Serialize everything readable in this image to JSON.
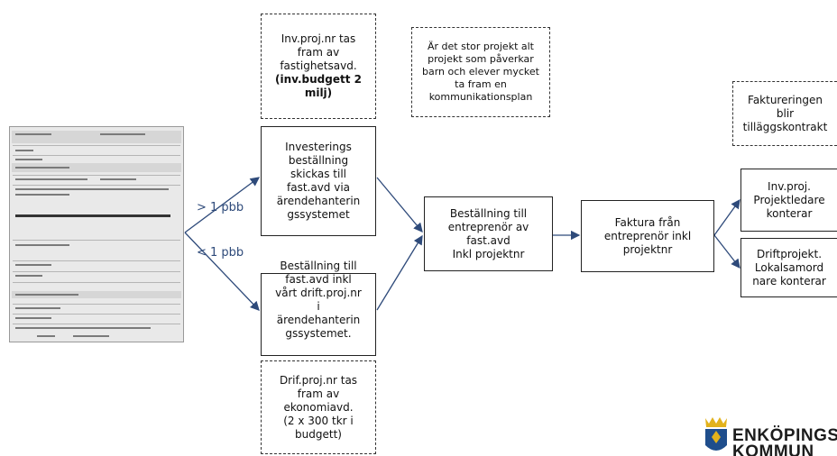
{
  "boxes": {
    "invproj_note": [
      "Inv.proj.nr tas",
      "fram av",
      "fastighetsavd."
    ],
    "invproj_budget": "(inv.budgett 2 milj)",
    "stor_projekt_note": [
      "Är det stor projekt alt",
      "projekt som påverkar",
      "barn och elever mycket",
      "ta fram en",
      "kommunikationsplan"
    ],
    "investering": [
      "Investerings",
      "beställning",
      "skickas till",
      "fast.avd via",
      "ärendehanterin",
      "gssystemet"
    ],
    "drift_bestallning": [
      "Beställning till",
      "fast.avd inkl",
      "vårt drift.proj.nr",
      "i",
      "ärendehanterin",
      "gssystemet."
    ],
    "drift_note": [
      "Drif.proj.nr tas",
      "fram av",
      "ekonomiavd.",
      "(2 x 300 tkr i",
      "budgett)"
    ],
    "entreprenor": [
      "Beställning till",
      "entreprenör av",
      "fast.avd",
      "Inkl projektnr"
    ],
    "faktura": [
      "Faktura från",
      "entreprenör inkl",
      "projektnr"
    ],
    "fakturering_note": [
      "Faktureringen",
      "blir",
      "tilläggskontrakt"
    ],
    "invproj_konterar": [
      "Inv.proj.",
      "Projektledare",
      "konterar"
    ],
    "driftprojekt_konterar": [
      "Driftprojekt.",
      "Lokalsamord",
      "nare konterar"
    ]
  },
  "labels": {
    "gt_pbb": "> 1 pbb",
    "lt_pbb": "< 1 pbb"
  },
  "logo": {
    "line1": "ENKÖPINGS",
    "line2": "KOMMUN"
  },
  "colors": {
    "arrow": "#2e4a7a",
    "logo_blue": "#1f4e8c",
    "logo_gold": "#e2b21c"
  }
}
